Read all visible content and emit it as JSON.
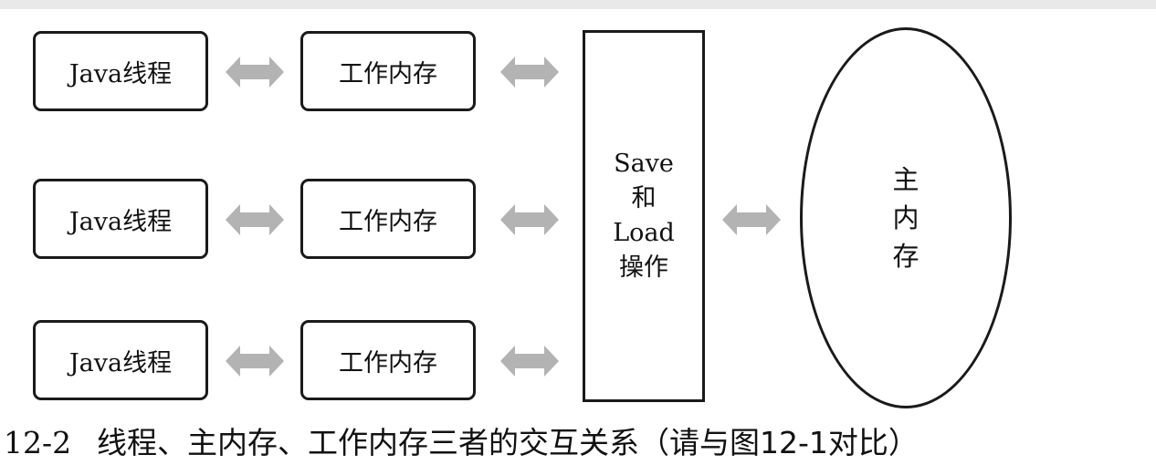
{
  "thread_label": "Java线程",
  "working_memory_label": "工作内存",
  "save_load": {
    "line1": "Save",
    "line2": "和",
    "line3": "Load",
    "line4": "操作"
  },
  "main_memory": {
    "line1": "主",
    "line2": "内",
    "line3": "存"
  },
  "caption": {
    "number": "12-2",
    "text": "线程、主内存、工作内存三者的交互关系（请与图12-1对比）"
  },
  "colors": {
    "arrow": "#b3b3b3",
    "border": "#1a1a1a",
    "top_bar": "#e9e9e9"
  }
}
